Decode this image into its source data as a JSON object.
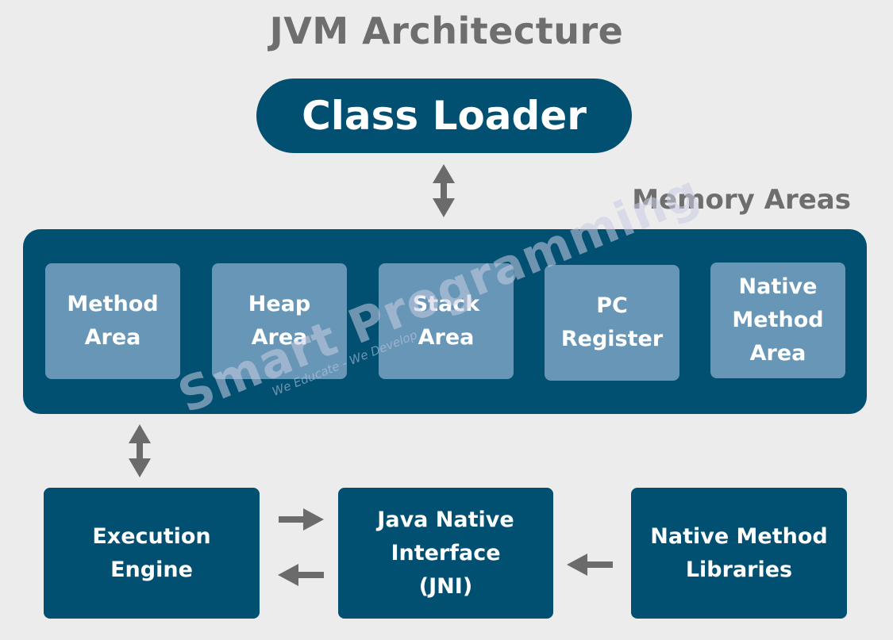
{
  "title": "JVM Architecture",
  "class_loader": {
    "label": "Class Loader"
  },
  "memory_areas": {
    "label": "Memory Areas",
    "items": [
      {
        "label": "Method\nArea"
      },
      {
        "label": "Heap\nArea"
      },
      {
        "label": "Stack\nArea"
      },
      {
        "label": "PC\nRegister"
      },
      {
        "label": "Native\nMethod\nArea"
      }
    ]
  },
  "execution_engine": {
    "label": "Execution\nEngine"
  },
  "jni": {
    "label": "Java Native\nInterface\n(JNI)"
  },
  "native_libraries": {
    "label": "Native Method\nLibraries"
  },
  "watermark": {
    "brand": "Smart Programming",
    "tagline": "We Educate - We Develop"
  },
  "colors": {
    "dark_blue": "#014f71",
    "light_blue": "#6796b6",
    "arrow_gray": "#6b6b6b",
    "text_gray": "#6e6e6e",
    "background": "#ececec"
  }
}
